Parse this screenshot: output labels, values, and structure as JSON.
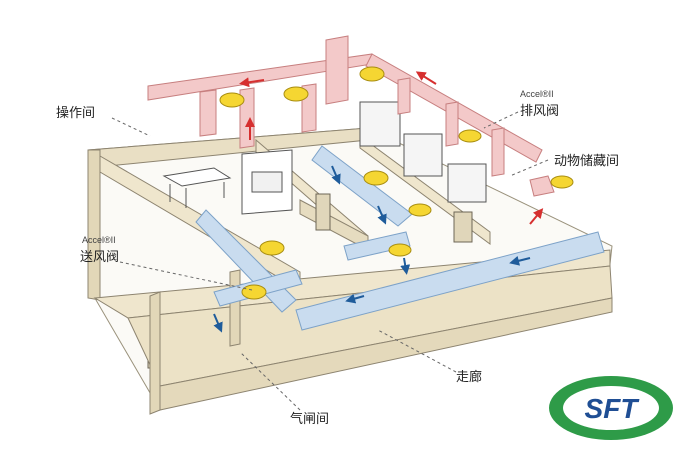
{
  "labels": {
    "operation_room": "操作间",
    "exhaust_valve": "排风阀",
    "animal_storage": "动物储藏间",
    "supply_valve": "送风阀",
    "corridor": "走廊",
    "airlock": "气闸间"
  },
  "brand": {
    "exhaust_valve_brand": "Accel®II",
    "supply_valve_brand": "Accel®II"
  },
  "logo": {
    "text": "SFT"
  },
  "colors": {
    "exhaust_duct": "#f3c9c9",
    "exhaust_arrow": "#d62f2f",
    "supply_duct": "#c9dcef",
    "supply_arrow": "#1f5c9b",
    "valve": "#f5d632",
    "wall": "#efe6cd",
    "floor": "#ffffff",
    "logo_green": "#2e9b48",
    "logo_blue": "#1f4e94"
  }
}
